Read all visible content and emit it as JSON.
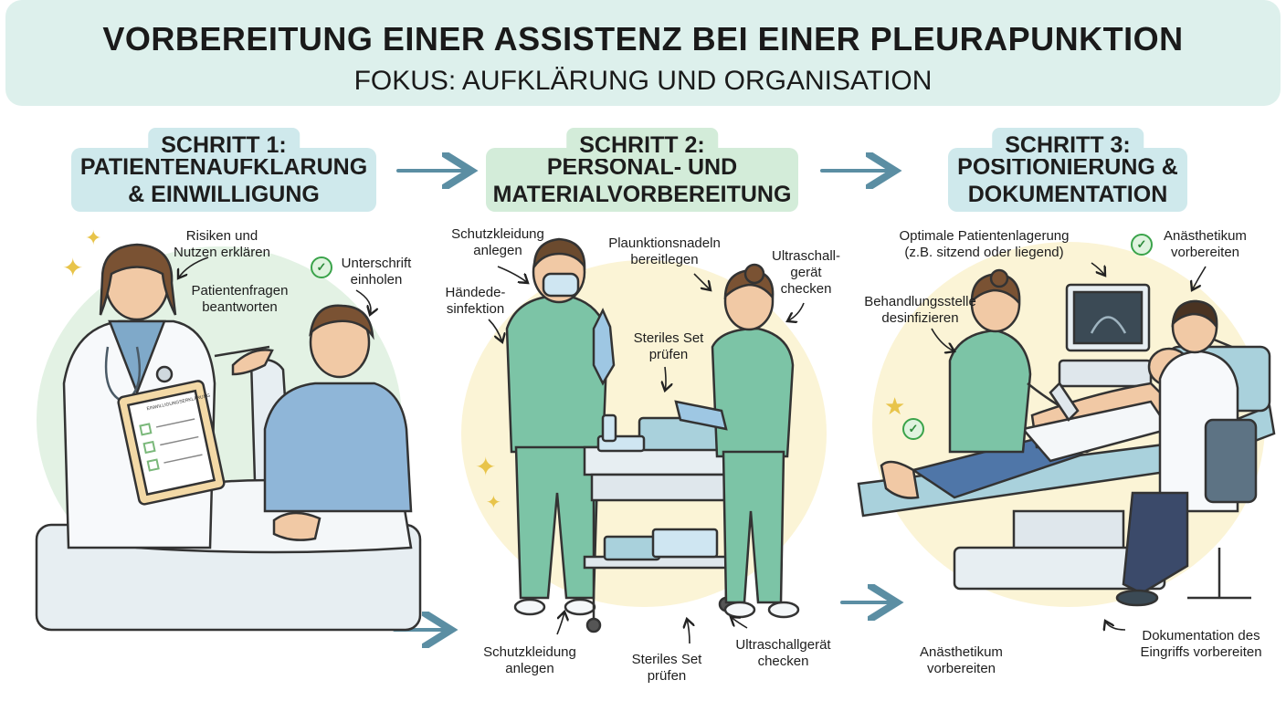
{
  "header": {
    "title": "VORBEREITUNG EINER ASSISTENZ BEI EINER PLEURAPUNKTION",
    "subtitle": "FOKUS: AUFKLÄRUNG UND ORGANISATION"
  },
  "steps": [
    {
      "tab": "SCHRITT 1:",
      "lines": [
        "PATIENTENAUFKLÄRUNG",
        "& EINWILLIGUNG"
      ],
      "notes": {
        "risiken": [
          "Risiken und",
          "Nutzen erklären"
        ],
        "fragen": [
          "Patientenfragen",
          "beantworten"
        ],
        "unterschrift": [
          "Unterschrift",
          "einholen"
        ]
      },
      "form_title": "EINWILLIGUNGSERKLÄRUNG"
    },
    {
      "tab": "SCHRITT 2:",
      "lines": [
        "PERSONAL- UND",
        "MATERIALVORBEREITUNG"
      ],
      "notes": {
        "schutz_top": [
          "Schutzkleidung",
          "anlegen"
        ],
        "nadeln": [
          "Plaunktionsnadeln",
          "bereitlegen"
        ],
        "ultra_top": [
          "Ultraschall-",
          "gerät",
          "checken"
        ],
        "haende": [
          "Händede-",
          "sinfektion"
        ],
        "steril_mid": [
          "Steriles Set",
          "prüfen"
        ],
        "schutz_bottom": [
          "Schutzkleidung",
          "anlegen"
        ],
        "steril_bottom": [
          "Steriles Set",
          "prüfen"
        ],
        "ultra_bottom": [
          "Ultraschallgerät",
          "checken"
        ]
      }
    },
    {
      "tab": "SCHRITT 3:",
      "lines": [
        "POSITIONIERUNG &",
        "DOKUMENTATION"
      ],
      "notes": {
        "lagerung": [
          "Optimale Patientenlagerung",
          "(z.B. sitzend oder liegend)"
        ],
        "anaesth_top": [
          "Anästhetikum",
          "vorbereiten"
        ],
        "desinf": [
          "Behandlungsstelle",
          "desinfizieren"
        ],
        "anaesth_bottom": [
          "Anästhetikum",
          "vorbereiten"
        ],
        "doku": [
          "Dokumentation des",
          "Eingriffs vorbereiten"
        ]
      }
    }
  ],
  "colors": {
    "banner": "#ddf0ec",
    "tag_blue": "#cfe9ec",
    "tag_green": "#d3ecd9",
    "scrubs": "#7cc4a6",
    "blob_green": "#e3f2e4",
    "blob_yellow": "#fbf4d6",
    "arrow": "#5b8ea3",
    "check": "#3aa34a",
    "star": "#e8c44a"
  },
  "icons": [
    "arrow-right-icon",
    "check-circle-icon",
    "sparkle-star-icon"
  ]
}
